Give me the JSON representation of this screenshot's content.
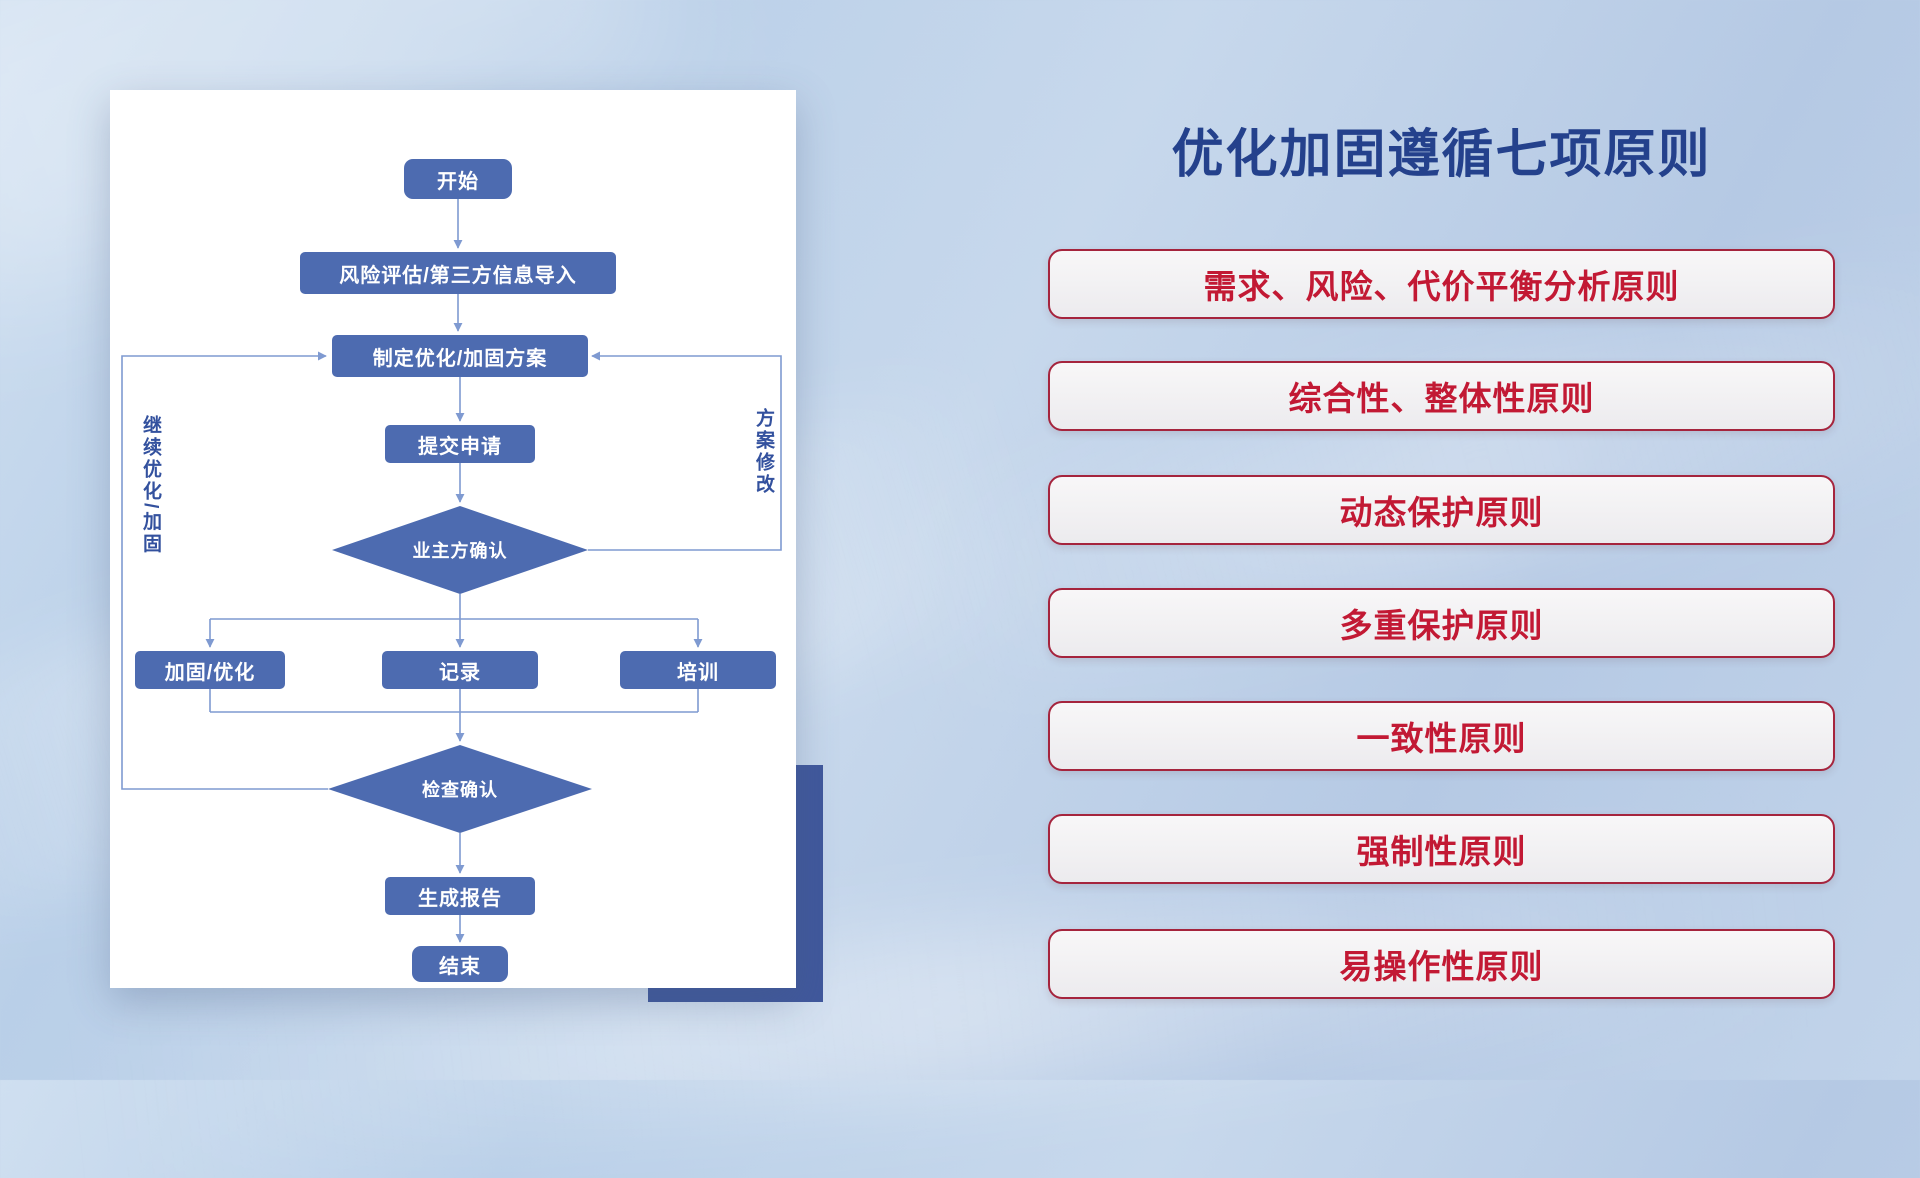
{
  "title": "优化加固遵循七项原则",
  "flowchart": {
    "nodes": {
      "start": "开始",
      "risk_import": "风险评估/第三方信息导入",
      "make_plan": "制定优化/加固方案",
      "submit": "提交申请",
      "owner_confirm": "业主方确认",
      "reinforce": "加固/优化",
      "record": "记录",
      "training": "培训",
      "check_confirm": "检查确认",
      "report": "生成报告",
      "end": "结束"
    },
    "edge_labels": {
      "continue_optimize": "继续优化/加固",
      "plan_revise": "方案修改"
    }
  },
  "principles": [
    "需求、风险、代价平衡分析原则",
    "综合性、整体性原则",
    "动态保护原则",
    "多重保护原则",
    "一致性原则",
    "强制性原则",
    "易操作性原则"
  ],
  "colors": {
    "node_fill": "#4d6bb0",
    "node_text": "#ffffff",
    "connector": "#7f9ad1",
    "title_text": "#24418c",
    "principle_text": "#c21934",
    "principle_border": "#a5243d",
    "accent_rect": "#40589c",
    "side_label": "#33519e"
  }
}
